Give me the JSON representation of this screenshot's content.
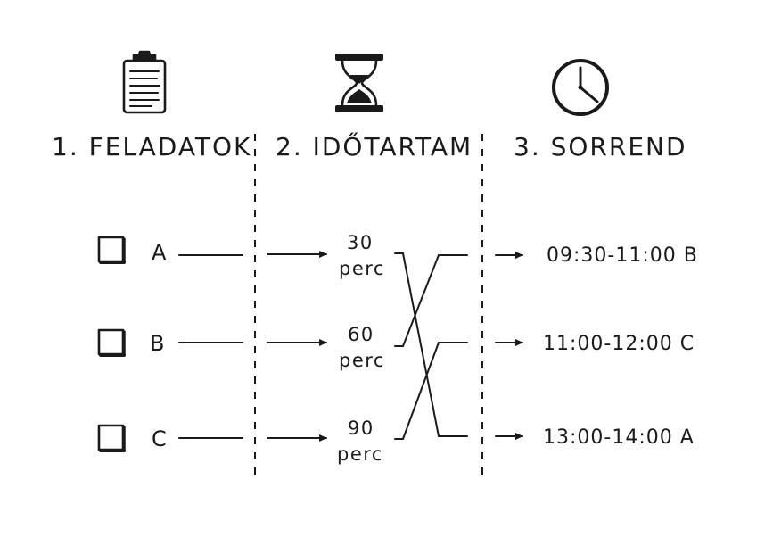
{
  "columns": [
    {
      "label": "1. FELADATOK",
      "icon": "clipboard-icon"
    },
    {
      "label": "2. IDŐTARTAM",
      "icon": "hourglass-icon"
    },
    {
      "label": "3. SORREND",
      "icon": "clock-icon"
    }
  ],
  "tasks": [
    {
      "label": "A"
    },
    {
      "label": "B"
    },
    {
      "label": "C"
    }
  ],
  "durations": [
    {
      "value": "30",
      "unit": "perc"
    },
    {
      "value": "60",
      "unit": "perc"
    },
    {
      "value": "90",
      "unit": "perc"
    }
  ],
  "schedule": [
    {
      "slot": "09:30-11:00 B"
    },
    {
      "slot": "11:00-12:00 C"
    },
    {
      "slot": "13:00-14:00 A"
    }
  ],
  "ink_color": "#1a1a1a"
}
